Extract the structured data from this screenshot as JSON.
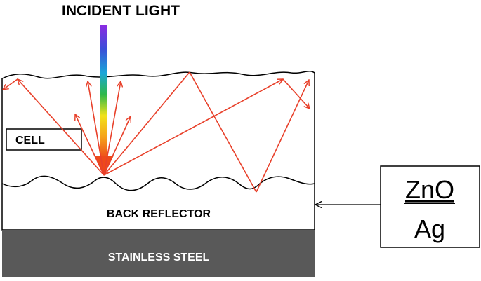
{
  "title": "INCIDENT LIGHT",
  "labels": {
    "cell": "CELL",
    "back_reflector": "BACK REFLECTOR",
    "stainless_steel": "STAINLESS STEEL"
  },
  "legend": {
    "top": "ZnO",
    "bottom": "Ag"
  },
  "colors": {
    "ray": "#e8402a",
    "steel": "#595959",
    "outline": "#000000",
    "spectrum": [
      "#8a2be2",
      "#3a4fd8",
      "#1aa6d8",
      "#2fb84a",
      "#f2e21a",
      "#f5a21a",
      "#ee4a1a"
    ]
  }
}
